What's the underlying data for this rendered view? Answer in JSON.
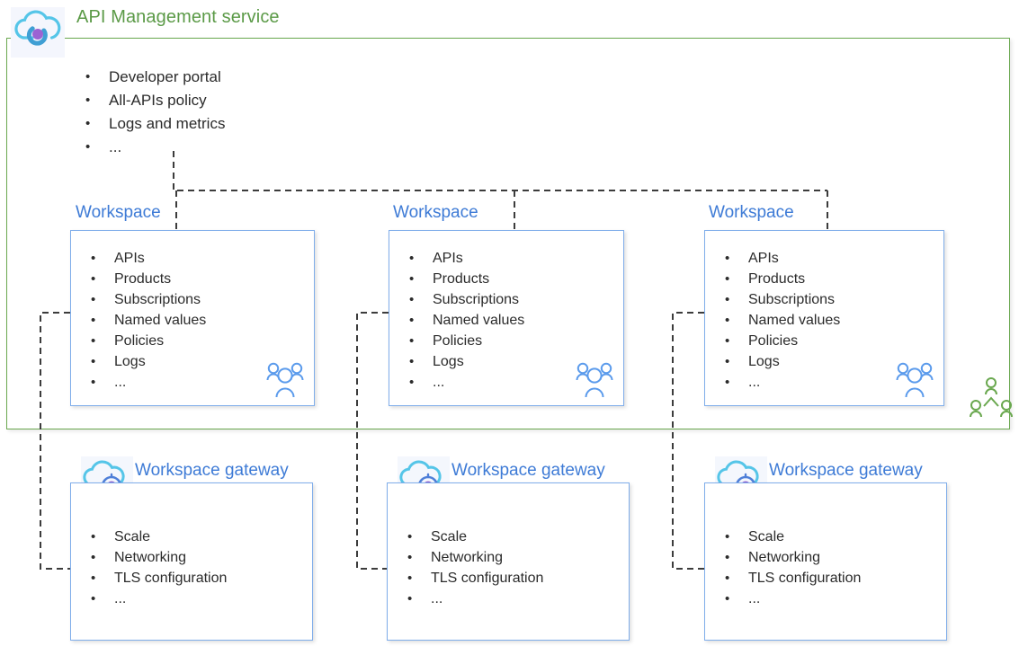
{
  "diagram": {
    "title": "API Management service",
    "title_color": "#5b9a47",
    "accent_blue": "#3e7bd6",
    "border_green": "#6aa84f",
    "border_blue": "#7fadea"
  },
  "apim": {
    "title": "API Management service",
    "icon": "api-management-cloud-icon",
    "bullets": [
      "Developer portal",
      "All-APIs policy",
      "Logs and metrics",
      "..."
    ],
    "bullet_marker": "•",
    "org_icon": "people-hierarchy-icon"
  },
  "workspaces": [
    {
      "label": "Workspace",
      "bullets": [
        "APIs",
        "Products",
        "Subscriptions",
        "Named values",
        "Policies",
        "Logs",
        "..."
      ],
      "people_icon": "people-group-icon"
    },
    {
      "label": "Workspace",
      "bullets": [
        "APIs",
        "Products",
        "Subscriptions",
        "Named values",
        "Policies",
        "Logs",
        "..."
      ],
      "people_icon": "people-group-icon"
    },
    {
      "label": "Workspace",
      "bullets": [
        "APIs",
        "Products",
        "Subscriptions",
        "Named values",
        "Policies",
        "Logs",
        "..."
      ],
      "people_icon": "people-group-icon"
    }
  ],
  "gateways": [
    {
      "label": "Workspace gateway",
      "icon": "workspace-gateway-cloud-icon",
      "bullets": [
        "Scale",
        "Networking",
        "TLS configuration",
        "..."
      ]
    },
    {
      "label": "Workspace gateway",
      "icon": "workspace-gateway-cloud-icon",
      "bullets": [
        "Scale",
        "Networking",
        "TLS configuration",
        "..."
      ]
    },
    {
      "label": "Workspace gateway",
      "icon": "workspace-gateway-cloud-icon",
      "bullets": [
        "Scale",
        "Networking",
        "TLS configuration",
        "..."
      ]
    }
  ]
}
